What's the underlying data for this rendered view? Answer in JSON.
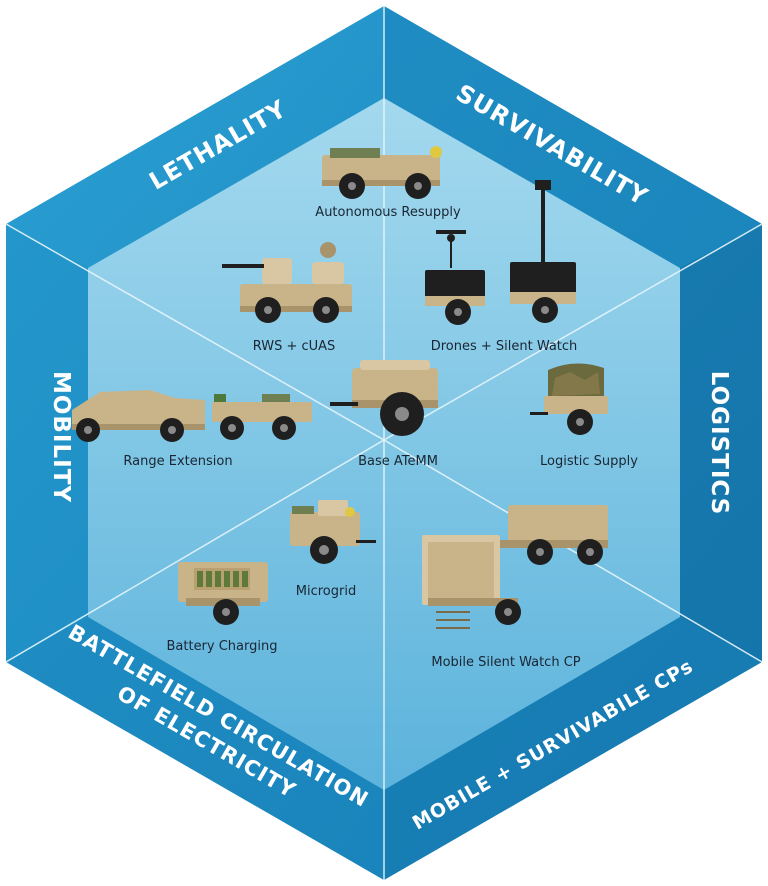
{
  "colors": {
    "outer_ring": "#1e8ec4",
    "outer_ring_dark": "#157ab0",
    "inner_top": "#8fd0ea",
    "inner_bottom": "#5cb4dc",
    "divider": "#ffffff",
    "vehicle_tan": "#c9b48a"
  },
  "segments": {
    "lethality": "LETHALITY",
    "survivability": "SURVIVABILITY",
    "mobility": "MOBILITY",
    "logistics": "LOGISTICS",
    "battlefield_line1": "BATTLEFIELD CIRCULATION",
    "battlefield_line2": "OF ELECTRICITY",
    "mobile_cps": "MOBILE + SURVIVABILE CPs"
  },
  "vehicles": {
    "autonomous_resupply": "Autonomous Resupply",
    "rws_cuas": "RWS + cUAS",
    "drones_silent_watch": "Drones + Silent Watch",
    "range_extension": "Range Extension",
    "base_atemm": "Base ATeMM",
    "logistic_supply": "Logistic Supply",
    "microgrid": "Microgrid",
    "battery_charging": "Battery Charging",
    "mobile_silent_watch_cp": "Mobile Silent Watch CP"
  }
}
